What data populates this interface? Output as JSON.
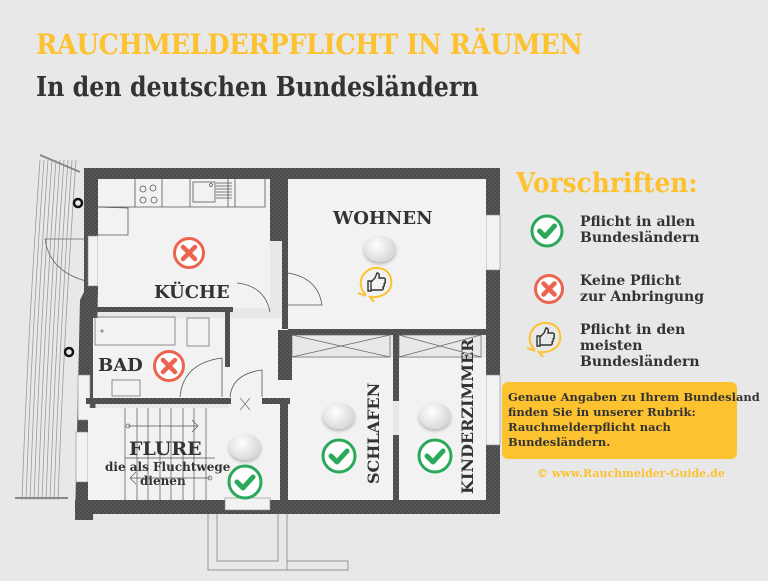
{
  "header": {
    "title": "RAUCHMELDERPFLICHT IN RÄUMEN",
    "subtitle": "In den deutschen Bundesländern"
  },
  "rooms": [
    {
      "name": "KÜCHE",
      "status": "keine-pflicht",
      "icon": "x-icon"
    },
    {
      "name": "WOHNEN",
      "status": "pflicht-meisten",
      "icon": "thumbs-up-icon"
    },
    {
      "name": "BAD",
      "status": "keine-pflicht",
      "icon": "x-icon"
    },
    {
      "name": "FLURE",
      "sublabel_line1": "die als Fluchtwege",
      "sublabel_line2": "dienen",
      "status": "pflicht-alle",
      "icon": "check-icon"
    },
    {
      "name": "SCHLAFEN",
      "status": "pflicht-alle",
      "icon": "check-icon"
    },
    {
      "name": "KINDERZIMMER",
      "status": "pflicht-alle",
      "icon": "check-icon"
    }
  ],
  "legend": {
    "title": "Vorschriften:",
    "items": [
      {
        "icon": "check-icon",
        "line1": "Pflicht in allen",
        "line2": "Bundesländern"
      },
      {
        "icon": "x-icon",
        "line1": "Keine Pflicht",
        "line2": "zur Anbringung"
      },
      {
        "icon": "thumbs-up-icon",
        "line1": "Pflicht in den",
        "line2": "meisten",
        "line3": "Bundesländern"
      }
    ]
  },
  "info_box": {
    "line1": "Genaue Angaben zu Ihrem Bundesland",
    "line2": "finden Sie in unserer Rubrik:",
    "line3": "Rauchmelderpflicht nach",
    "line4": "Bundesländern."
  },
  "footer": {
    "copyright": "© www.Rauchmelder-Guide.de"
  },
  "colors": {
    "accent_yellow": "#fcc230",
    "text_dark": "#333333",
    "check_green": "#2ba85a",
    "cross_red": "#ec6350",
    "wall": "#4a4a4a",
    "background": "#e8e8e8"
  }
}
